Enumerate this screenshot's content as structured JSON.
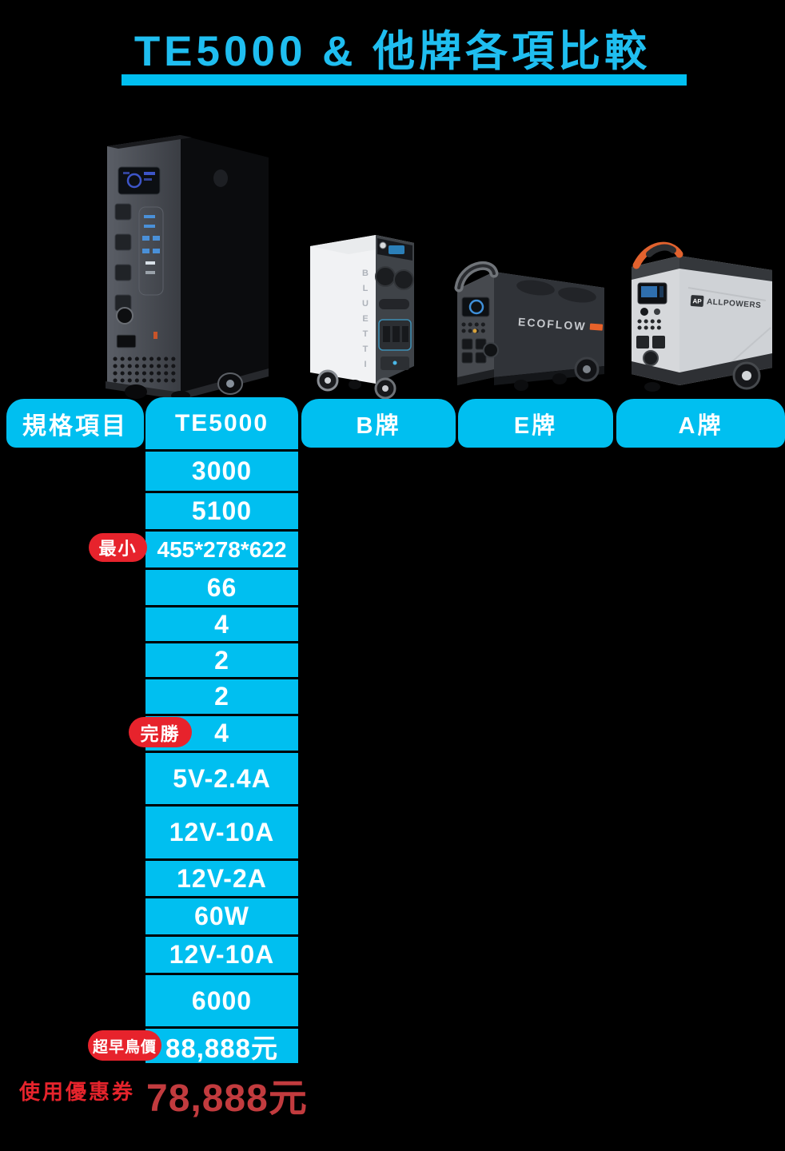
{
  "title": {
    "text": "TE5000 & 他牌各項比較"
  },
  "colors": {
    "accent_cyan": "#00BFF0",
    "badge_red": "#E7232C",
    "price_red": "#C23B3E",
    "cell_text": "#FFFFFF",
    "background": "#000000"
  },
  "products": {
    "te5000": {
      "name": "TE5000"
    },
    "b": {
      "brand": "BLUETTI"
    },
    "e": {
      "brand": "ECOFLOW"
    },
    "a": {
      "brand": "ALLPOWERS",
      "logo": "AP"
    }
  },
  "table": {
    "spec_header": "規格項目",
    "col_headers": [
      "TE5000",
      "B牌",
      "E牌",
      "A牌"
    ],
    "values": [
      "3000",
      "5100",
      "455*278*622",
      "66",
      "4",
      "2",
      "2",
      "4",
      "5V-2.4A",
      "12V-10A",
      "12V-2A",
      "60W",
      "12V-10A",
      "6000",
      "88,888元"
    ]
  },
  "badges": {
    "min": "最小",
    "win": "完勝",
    "earlybird": "超早鳥價"
  },
  "promo": {
    "coupon": "使用優惠券",
    "price": "78,888元"
  },
  "chart_data": {
    "type": "table",
    "title": "TE5000 & 他牌各項比較",
    "columns": [
      "規格項目",
      "TE5000",
      "B牌",
      "E牌",
      "A牌"
    ],
    "visible_series": {
      "TE5000": [
        "3000",
        "5100",
        "455*278*622",
        "66",
        "4",
        "2",
        "2",
        "4",
        "5V-2.4A",
        "12V-10A",
        "12V-2A",
        "60W",
        "12V-10A",
        "6000",
        "88,888元"
      ]
    },
    "annotations": [
      "最小 → 455*278*622",
      "完勝 → 4",
      "超早鳥價 → 88,888元",
      "使用優惠券 → 78,888元"
    ]
  }
}
